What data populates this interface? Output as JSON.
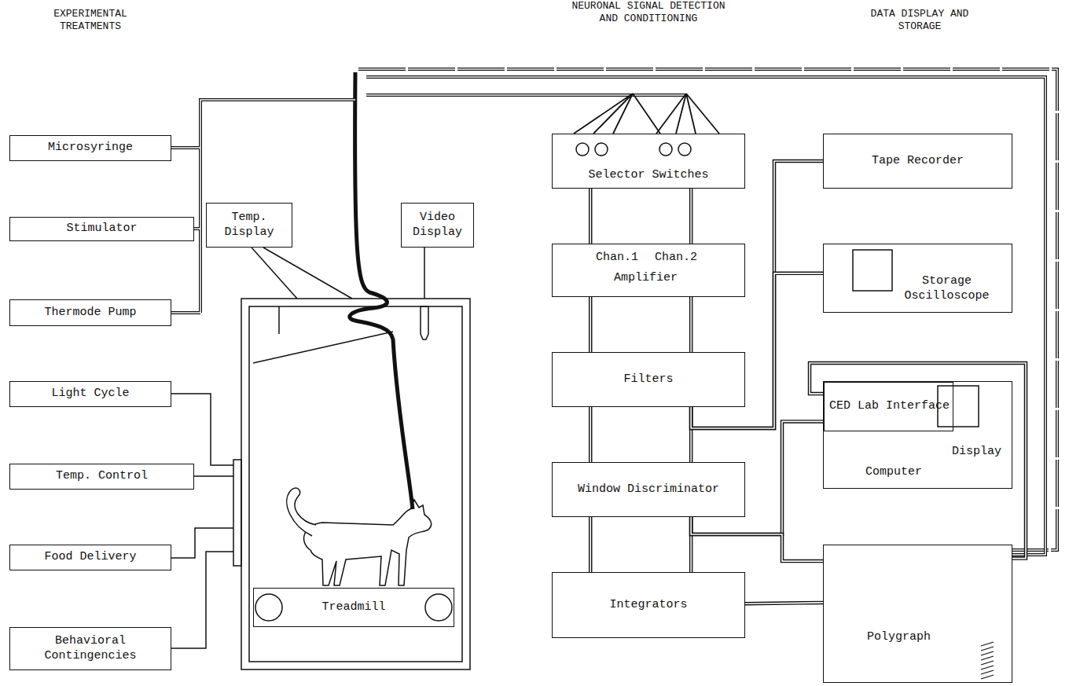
{
  "diagram": {
    "nodes": [
      {
        "text": [
          "Microsyringe"
        ]
      },
      {
        "text": [
          "Stimulator"
        ]
      },
      {
        "text": [
          "Thermode Pump"
        ]
      },
      {
        "text": [
          "Light Cycle"
        ]
      },
      {
        "text": [
          "Temp. Control"
        ]
      },
      {
        "text": [
          "Food Delivery"
        ]
      },
      {
        "text": [
          "Behavioral Contingencies"
        ]
      },
      {
        "text": [
          "Temp. Display"
        ]
      },
      {
        "text": [
          "Video Display"
        ]
      },
      {
        "text": [
          "Treadmill"
        ]
      },
      {
        "text": [
          "Selector Switches"
        ]
      },
      {
        "text": [
          "Chan.1",
          "Chan.2",
          "Amplifier"
        ]
      },
      {
        "text": [
          "Filters"
        ]
      },
      {
        "text": [
          "Window Discriminator"
        ]
      },
      {
        "text": [
          "Integrators"
        ]
      },
      {
        "text": [
          "Tape Recorder"
        ]
      },
      {
        "text": [
          "Storage Oscilloscope"
        ]
      },
      {
        "text": [
          "Display",
          "Computer"
        ]
      },
      {
        "text": [
          "CED Lab Interface"
        ],
        "in": 17
      },
      {
        "text": [
          "Polygraph"
        ]
      }
    ],
    "edges": [
      {
        "from": 10,
        "to": 11,
        "arrow": "none"
      },
      {
        "from": 10,
        "to": 11,
        "arrow": "none"
      },
      {
        "from": 11,
        "to": 12,
        "arrow": "none"
      },
      {
        "from": 11,
        "to": 12,
        "arrow": "none"
      },
      {
        "from": 12,
        "to": 13,
        "arrow": "none"
      },
      {
        "from": 12,
        "to": 13,
        "arrow": "none"
      },
      {
        "from": 13,
        "to": 14,
        "arrow": "none"
      },
      {
        "from": 13,
        "to": 14,
        "arrow": "none"
      },
      {
        "from": 12,
        "to": 15,
        "arrow": "none"
      },
      {
        "from": 12,
        "to": 16,
        "arrow": "none"
      },
      {
        "from": 13,
        "to": 18,
        "arrow": "none"
      },
      {
        "from": 13,
        "to": 19,
        "arrow": "none"
      },
      {
        "from": 14,
        "to": 19,
        "arrow": "none"
      },
      {
        "from": 19,
        "to": 18,
        "arrow": "none"
      }
    ],
    "labels": [
      "EXPERIMENTAL TREATMENTS",
      "NEURONAL SIGNAL DETECTION AND CONDITIONING",
      "DATA DISPLAY AND STORAGE"
    ]
  }
}
